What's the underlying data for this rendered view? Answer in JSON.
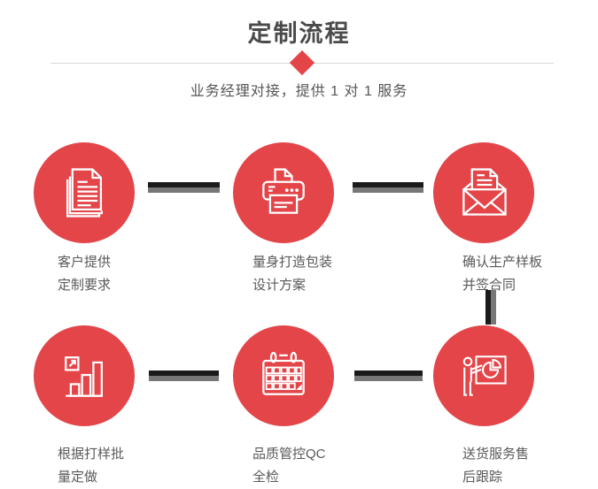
{
  "header": {
    "title": "定制流程",
    "subtitle": "业务经理对接，提供 1 对 1 服务"
  },
  "colors": {
    "accent_red": "#e34549",
    "connector_black": "#1a1a1a",
    "connector_gray": "#777777",
    "title_gray": "#4a4a4a",
    "label_gray": "#595959",
    "divider_gray": "#d8d8d8"
  },
  "steps": [
    {
      "icon": "documents-icon",
      "label_line1": "客户提供",
      "label_line2": "定制要求"
    },
    {
      "icon": "printer-icon",
      "label_line1": "量身打造包装",
      "label_line2": "设计方案"
    },
    {
      "icon": "envelope-icon",
      "label_line1": "确认生产样板",
      "label_line2": "并签合同"
    },
    {
      "icon": "bar-chart-icon",
      "label_line1": "根据打样批",
      "label_line2": "量定做"
    },
    {
      "icon": "calendar-icon",
      "label_line1": "品质管控QC",
      "label_line2": "全检"
    },
    {
      "icon": "presentation-icon",
      "label_line1": "送货服务售",
      "label_line2": "后跟踪"
    }
  ]
}
